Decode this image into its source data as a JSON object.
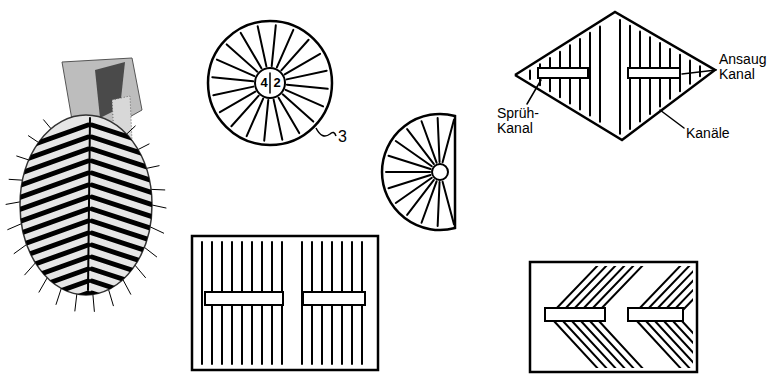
{
  "diagram": {
    "labels": [
      "4",
      "2",
      "3",
      "Sprüh- Kanal",
      "Ansaug Kanal",
      "Kanäle"
    ]
  }
}
